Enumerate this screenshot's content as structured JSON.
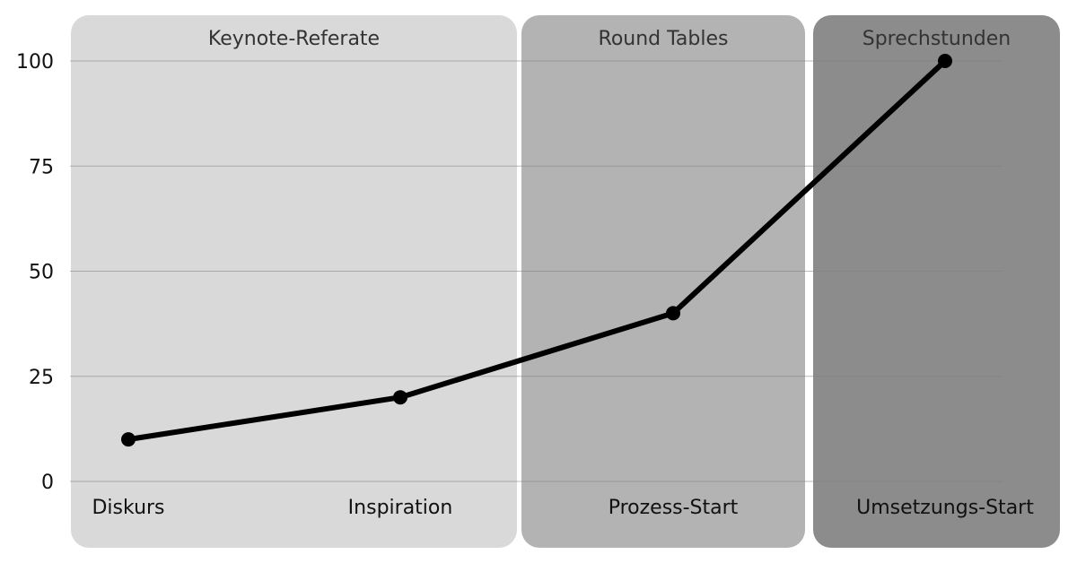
{
  "chart_data": {
    "type": "line",
    "categories": [
      "Diskurs",
      "Inspiration",
      "Prozess-Start",
      "Umsetzungs-Start"
    ],
    "series": [
      {
        "values": [
          10,
          20,
          40,
          100
        ]
      }
    ],
    "ylim": [
      0,
      100
    ],
    "yticks": [
      0,
      25,
      50,
      75,
      100
    ],
    "grid": true,
    "bands": [
      {
        "label": "Keynote-Referate",
        "from": 0,
        "to": 1,
        "color": "#d9d9d9"
      },
      {
        "label": "Round Tables",
        "from": 2,
        "to": 2,
        "color": "#b3b3b3"
      },
      {
        "label": "Sprechstunden",
        "from": 3,
        "to": 3,
        "color": "#8c8c8c"
      }
    ],
    "line_color": "#000000"
  }
}
